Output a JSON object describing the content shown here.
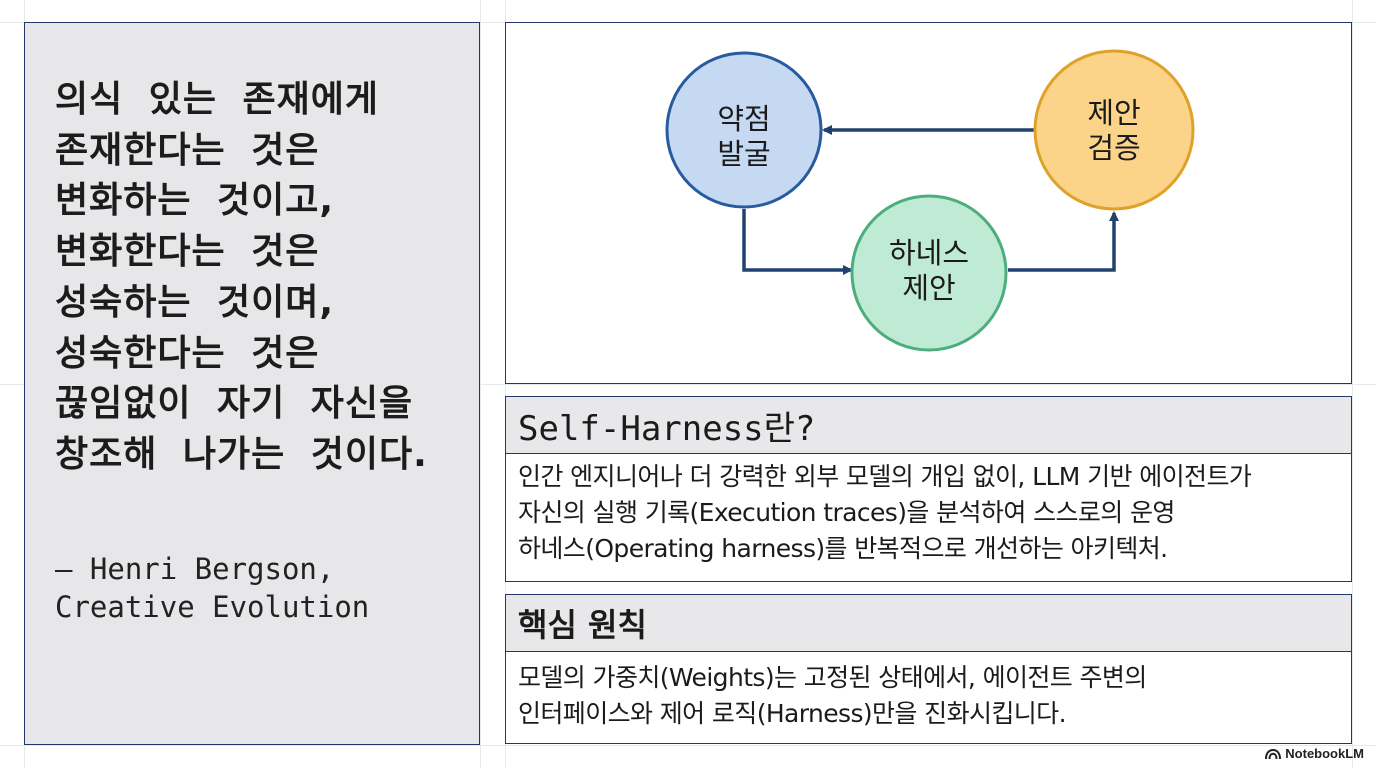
{
  "quote": {
    "lines": [
      "의식 있는 존재에게",
      "존재한다는 것은",
      "변화하는 것이고,",
      "변화한다는 것은",
      "성숙하는 것이며,",
      "성숙한다는 것은",
      "끊임없이 자기 자신을",
      "창조해 나가는 것이다."
    ],
    "attribution": [
      "— Henri Bergson,",
      "Creative Evolution"
    ]
  },
  "diagram": {
    "nodes": [
      {
        "id": "weakness",
        "lines": [
          "약점",
          "발굴"
        ],
        "fill": "#c5d9f3",
        "stroke": "#275b9e"
      },
      {
        "id": "harness",
        "lines": [
          "하네스",
          "제안"
        ],
        "fill": "#bfebd5",
        "stroke": "#4bae7c"
      },
      {
        "id": "verify",
        "lines": [
          "제안",
          "검증"
        ],
        "fill": "#fbd489",
        "stroke": "#e0a12a"
      }
    ],
    "arrow_color": "#21416f"
  },
  "definition": {
    "title": "Self-Harness란?",
    "body": [
      "인간 엔지니어나 더 강력한 외부 모델의 개입 없이, LLM 기반 에이전트가",
      "자신의 실행 기록(Execution traces)을 분석하여 스스로의 운영",
      "하네스(Operating harness)를 반복적으로 개선하는 아키텍처."
    ]
  },
  "principle": {
    "title": "핵심 원칙",
    "body": [
      "모델의 가중치(Weights)는 고정된 상태에서, 에이전트 주변의",
      "인터페이스와 제어 로직(Harness)만을 진화시킵니다."
    ]
  },
  "brand": {
    "label": "NotebookLM",
    "icon": "notebooklm-logo-icon"
  }
}
